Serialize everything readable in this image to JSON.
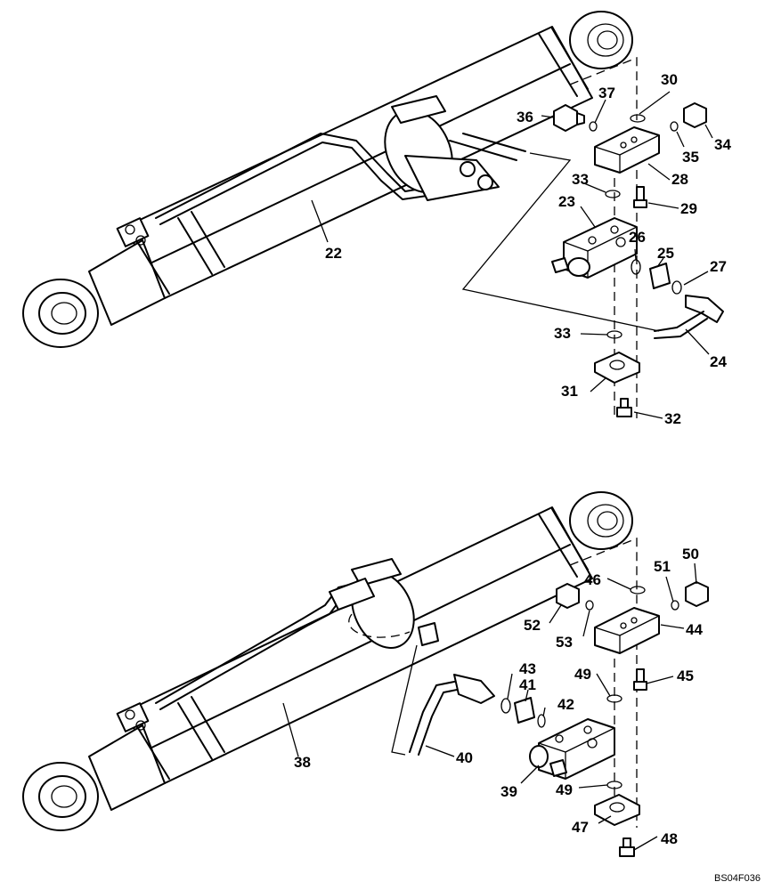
{
  "callouts": {
    "c22": "22",
    "c23": "23",
    "c24": "24",
    "c25": "25",
    "c26": "26",
    "c27": "27",
    "c28": "28",
    "c29": "29",
    "c30": "30",
    "c31": "31",
    "c32": "32",
    "c33a": "33",
    "c33b": "33",
    "c34": "34",
    "c35": "35",
    "c36": "36",
    "c37": "37",
    "c38": "38",
    "c39": "39",
    "c40": "40",
    "c41": "41",
    "c42": "42",
    "c43": "43",
    "c44": "44",
    "c45": "45",
    "c46": "46",
    "c47": "47",
    "c48": "48",
    "c49a": "49",
    "c49b": "49",
    "c50": "50",
    "c51": "51",
    "c52": "52",
    "c53": "53"
  },
  "drawing_code": "BS04F036"
}
